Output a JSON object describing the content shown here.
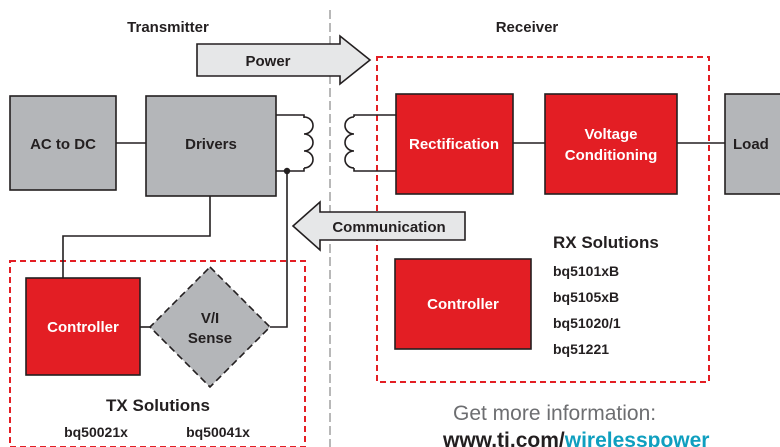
{
  "sections": {
    "transmitter": "Transmitter",
    "receiver": "Receiver"
  },
  "arrows": {
    "power": "Power",
    "communication": "Communication"
  },
  "blocks": {
    "ac_to_dc": "AC to DC",
    "drivers": "Drivers",
    "tx_controller": "Controller",
    "vi_sense_line1": "V/I",
    "vi_sense_line2": "Sense",
    "rectification": "Rectification",
    "voltage_conditioning_line1": "Voltage",
    "voltage_conditioning_line2": "Conditioning",
    "load": "Load",
    "rx_controller": "Controller"
  },
  "tx_solutions": {
    "title": "TX Solutions",
    "parts": [
      "bq50021x",
      "bq50041x"
    ]
  },
  "rx_solutions": {
    "title": "RX Solutions",
    "parts": [
      "bq5101xB",
      "bq5105xB",
      "bq51020/1",
      "bq51221"
    ]
  },
  "footer": {
    "info_text": "Get more information:",
    "url_prefix": "www.ti.com/",
    "url_highlight": "wirelesspower"
  },
  "colors": {
    "red_block": "#e31e24",
    "gray_block": "#b4b6b9",
    "arrow_fill": "#e6e7e8",
    "link_teal": "#0f9fbf"
  }
}
